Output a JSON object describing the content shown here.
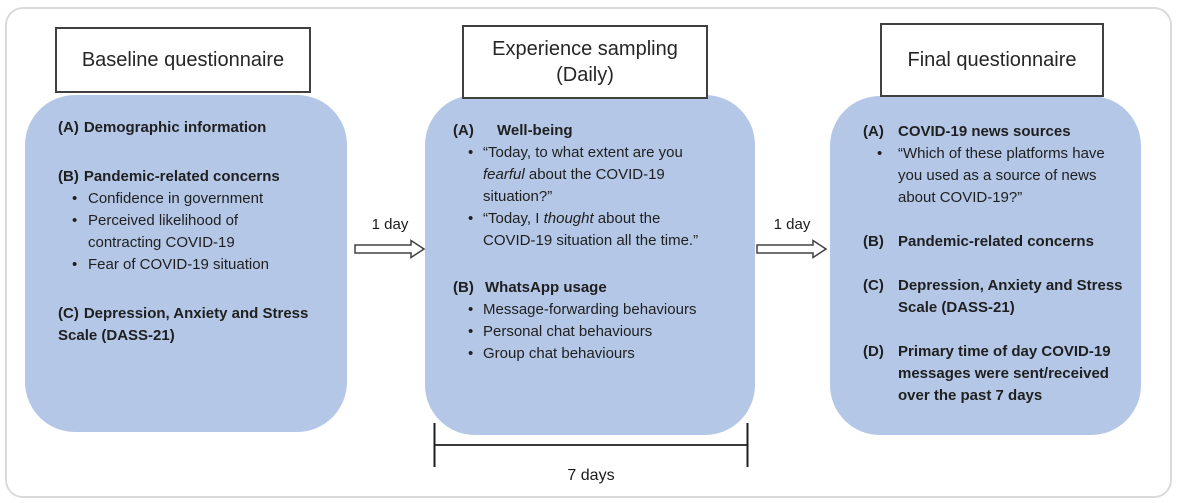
{
  "figure": {
    "colors": {
      "panel_fill": "#b4c7e7",
      "box_border": "#404040",
      "text": "#1f1f1f",
      "frame_border": "#dadada"
    },
    "columns": [
      {
        "title": "Baseline questionnaire",
        "sections": [
          {
            "label": "(A)",
            "heading": "Demographic information"
          },
          {
            "label": "(B)",
            "heading": "Pandemic-related concerns",
            "bullets": [
              "Confidence in government",
              "Perceived likelihood of contracting COVID-19",
              "Fear of COVID-19 situation"
            ]
          },
          {
            "label": "(C)",
            "heading": "Depression, Anxiety and Stress Scale (DASS-21)"
          }
        ]
      },
      {
        "title_line1": "Experience sampling",
        "title_line2": "(Daily)",
        "sections": [
          {
            "label": "(A)",
            "heading": "Well-being",
            "quotes": [
              {
                "pre": "“Today, to what extent are you ",
                "italic": "fearful",
                "post": " about the COVID-19 situation?”"
              },
              {
                "pre": "“Today, I ",
                "italic": "thought",
                "post": " about the COVID-19 situation all the time.”"
              }
            ]
          },
          {
            "label": "(B)",
            "heading": "WhatsApp usage",
            "bullets": [
              "Message-forwarding behaviours",
              "Personal chat behaviours",
              "Group chat behaviours"
            ]
          }
        ]
      },
      {
        "title": "Final questionnaire",
        "sections": [
          {
            "label": "(A)",
            "heading": "COVID-19 news sources",
            "quote": "“Which of these platforms have you used as a source of news about COVID-19?”"
          },
          {
            "label": "(B)",
            "heading": "Pandemic-related concerns"
          },
          {
            "label": "(C)",
            "heading": "Depression, Anxiety and Stress Scale (DASS-21)"
          },
          {
            "label": "(D)",
            "heading": "Primary time of day COVID-19 messages were sent/received over the past 7 days"
          }
        ]
      }
    ],
    "arrows": [
      {
        "label": "1 day"
      },
      {
        "label": "1 day"
      }
    ],
    "duration_label": "7 days"
  }
}
